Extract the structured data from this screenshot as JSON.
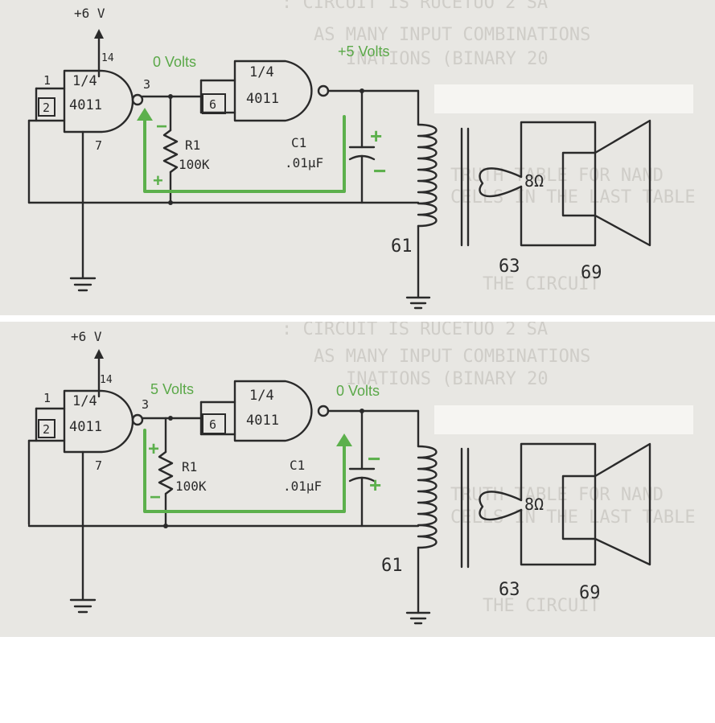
{
  "panels": [
    {
      "supply": "+6 V",
      "pin_14": "14",
      "pin_1": "1",
      "pin_2": "2",
      "pin_3": "3",
      "pin_6": "6",
      "pin_7": "7",
      "gate1_frac": "1/4",
      "gate1_chip": "4011",
      "gate2_frac": "1/4",
      "gate2_chip": "4011",
      "r1_name": "R1",
      "r1_value": "100K",
      "c1_name": "C1",
      "c1_value": ".01μF",
      "speaker_ohms": "8Ω",
      "ref_61": "61",
      "ref_63": "63",
      "ref_69": "69",
      "gate1_out_voltage": "0 Volts",
      "gate2_out_voltage": "+5 Volts",
      "resistor_top_sign": "−",
      "resistor_bottom_sign": "+",
      "capacitor_top_sign": "+",
      "capacitor_bottom_sign": "−"
    },
    {
      "supply": "+6 V",
      "pin_14": "14",
      "pin_1": "1",
      "pin_2": "2",
      "pin_3": "3",
      "pin_6": "6",
      "pin_7": "7",
      "gate1_frac": "1/4",
      "gate1_chip": "4011",
      "gate2_frac": "1/4",
      "gate2_chip": "4011",
      "r1_name": "R1",
      "r1_value": "100K",
      "c1_name": "C1",
      "c1_value": ".01μF",
      "speaker_ohms": "8Ω",
      "ref_61": "61",
      "ref_63": "63",
      "ref_69": "69",
      "gate1_out_voltage": "5 Volts",
      "gate2_out_voltage": "0 Volts",
      "resistor_top_sign": "+",
      "resistor_bottom_sign": "−",
      "capacitor_top_sign": "−",
      "capacitor_bottom_sign": "+"
    }
  ],
  "colors": {
    "paper": "#e8e7e3",
    "ink": "#2a2a2a",
    "annotation_green": "#5cb04c"
  }
}
